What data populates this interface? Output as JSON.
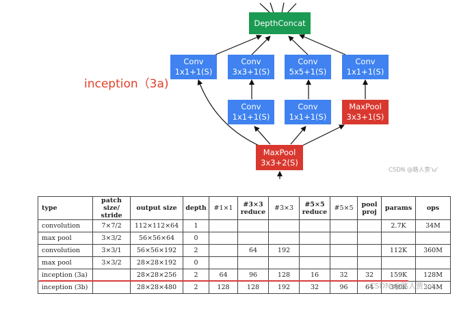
{
  "diagram": {
    "caption": "inception（3a)",
    "watermark": "CSDN @路人贾'ω'",
    "nodes": {
      "depth_concat": {
        "line1": "DepthConcat"
      },
      "conv_top_1": {
        "line1": "Conv",
        "line2": "1x1+1(S)"
      },
      "conv_top_2": {
        "line1": "Conv",
        "line2": "3x3+1(S)"
      },
      "conv_top_3": {
        "line1": "Conv",
        "line2": "5x5+1(S)"
      },
      "conv_top_4": {
        "line1": "Conv",
        "line2": "1x1+1(S)"
      },
      "conv_mid_1": {
        "line1": "Conv",
        "line2": "1x1+1(S)"
      },
      "conv_mid_2": {
        "line1": "Conv",
        "line2": "1x1+1(S)"
      },
      "maxpool_mid": {
        "line1": "MaxPool",
        "line2": "3x3+1(S)"
      },
      "maxpool_bottom": {
        "line1": "MaxPool",
        "line2": "3x3+2(S)"
      }
    },
    "colors": {
      "conv": "#3f82f0",
      "pool": "#d9382f",
      "concat": "#1a9a52",
      "caption": "#e0402a"
    }
  },
  "table": {
    "headers": [
      "type",
      "patch size/ stride",
      "output size",
      "depth",
      "#1×1",
      "#3×3 reduce",
      "#3×3",
      "#5×5 reduce",
      "#5×5",
      "pool proj",
      "params",
      "ops"
    ],
    "rows": [
      [
        "convolution",
        "7×7/2",
        "112×112×64",
        "1",
        "",
        "",
        "",
        "",
        "",
        "",
        "2.7K",
        "34M"
      ],
      [
        "max pool",
        "3×3/2",
        "56×56×64",
        "0",
        "",
        "",
        "",
        "",
        "",
        "",
        "",
        ""
      ],
      [
        "convolution",
        "3×3/1",
        "56×56×192",
        "2",
        "",
        "64",
        "192",
        "",
        "",
        "",
        "112K",
        "360M"
      ],
      [
        "max pool",
        "3×3/2",
        "28×28×192",
        "0",
        "",
        "",
        "",
        "",
        "",
        "",
        "",
        ""
      ],
      [
        "inception (3a)",
        "",
        "28×28×256",
        "2",
        "64",
        "96",
        "128",
        "16",
        "32",
        "32",
        "159K",
        "128M"
      ],
      [
        "inception (3b)",
        "",
        "28×28×480",
        "2",
        "128",
        "128",
        "192",
        "32",
        "96",
        "64",
        "380K",
        "304M"
      ]
    ],
    "highlight_color": "#d83a3a",
    "watermark": "CSDN @路人贾'ω'"
  }
}
